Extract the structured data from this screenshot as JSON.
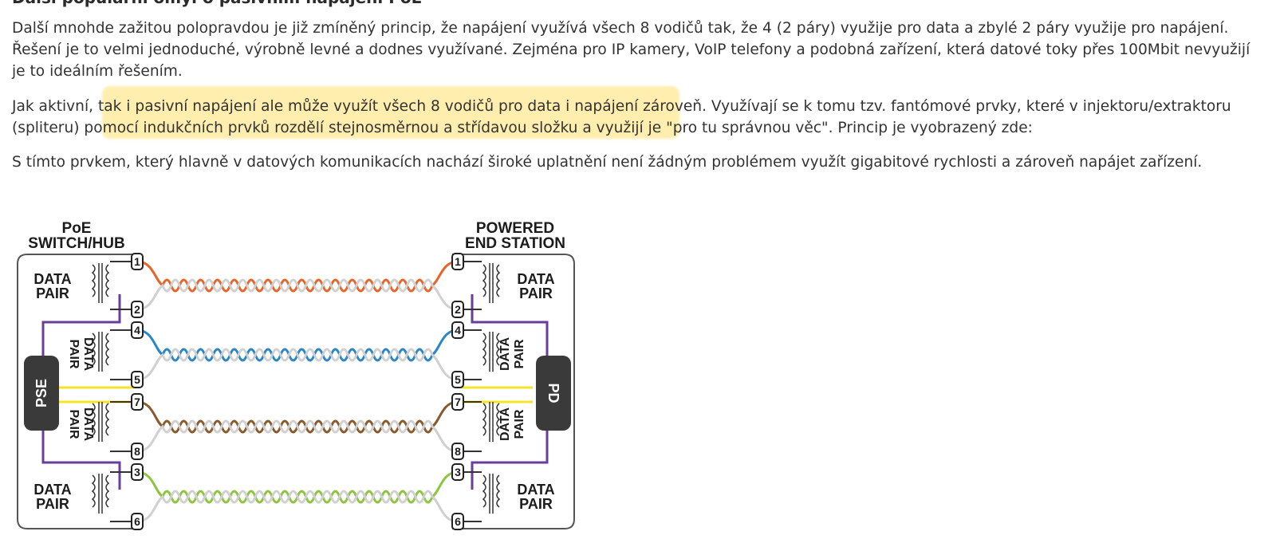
{
  "article": {
    "heading": "Další populární omyl o pasivním napájení PoE",
    "paragraph1": "Další mnohde zažitou polopravdou je již zmíněný princip, že napájení využívá všech 8 vodičů tak, že 4 (2 páry) využije pro data a zbylé 2 páry využije pro napájení. Řešení je to velmi jednoduché, výrobně levné a dodnes využívané. Zejména pro IP kamery, VoIP telefony a podobná zařízení, která datové toky přes 100Mbit nevyužijí je to ideálním řešením.",
    "paragraph2": "Jak aktivní, tak i pasivní napájení ale může využít všech 8 vodičů pro data i napájení zároveň. Využívají se k tomu tzv. fantómové prvky, které v injektoru/extraktoru (spliteru) pomocí indukčních prvků rozdělí stejnosměrnou a střídavou složku a využijí je \"pro tu správnou věc\". Princip je vyobrazený zde:",
    "paragraph3": "S tímto prvkem, který hlavně v datových komunikacích nachází široké uplatnění není žádným problémem využít gigabitové rychlosti a zároveň napájet zařízení."
  },
  "diagram": {
    "left_title_line1": "PoE",
    "left_title_line2": "SWITCH/HUB",
    "right_title_line1": "POWERED",
    "right_title_line2": "END STATION",
    "data_label_line1": "DATA",
    "data_label_line2": "PAIR",
    "pse_label": "PSE",
    "pd_label": "PD",
    "pairs": [
      {
        "pins": [
          "1",
          "2"
        ],
        "color": "#e8652a"
      },
      {
        "pins": [
          "4",
          "5"
        ],
        "color": "#2a86c8"
      },
      {
        "pins": [
          "7",
          "8"
        ],
        "color": "#8a5a2b"
      },
      {
        "pins": [
          "3",
          "6"
        ],
        "color": "#8cc63f"
      }
    ],
    "colors": {
      "power_purple": "#6a3d9a",
      "power_yellow": "#f5e22a",
      "block": "#3a3a3a",
      "highlight": "#ffd63c"
    }
  }
}
